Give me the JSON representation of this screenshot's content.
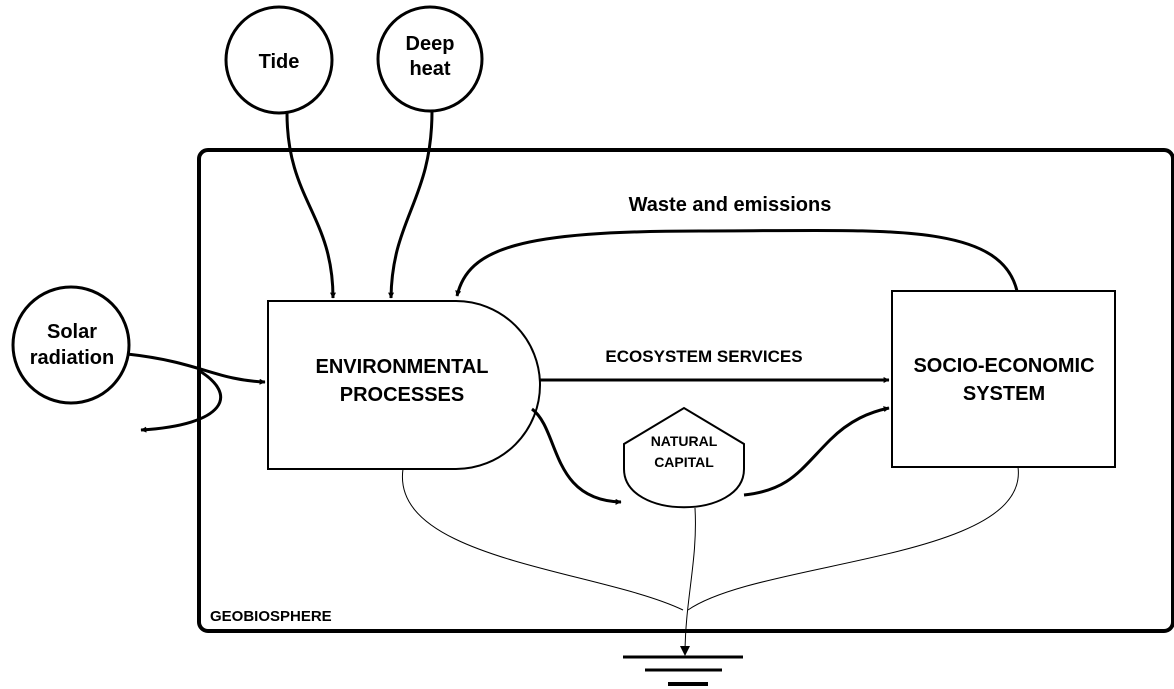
{
  "sources": {
    "tide": "Tide",
    "deep_heat": [
      "Deep",
      "heat"
    ],
    "solar": [
      "Solar",
      "radiation"
    ]
  },
  "boundary": {
    "label": "GEOBIOSPHERE"
  },
  "nodes": {
    "environmental": [
      "ENVIRONMENTAL",
      "PROCESSES"
    ],
    "socio_economic": [
      "SOCIO-ECONOMIC",
      "SYSTEM"
    ],
    "natural_capital": [
      "NATURAL",
      "CAPITAL"
    ]
  },
  "flows": {
    "waste": "Waste and emissions",
    "ecosystem_services": "ECOSYSTEM SERVICES"
  }
}
